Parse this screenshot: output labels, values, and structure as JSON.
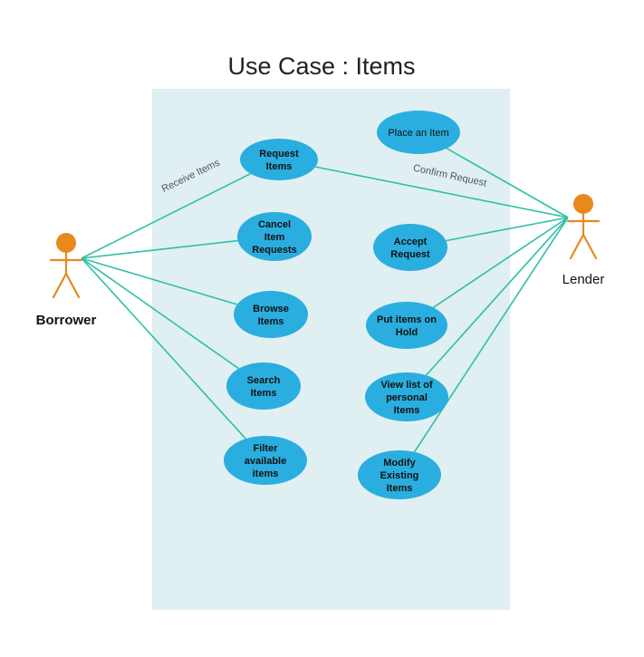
{
  "title": "Use Case : Items",
  "colors": {
    "system_boundary": "#e0eff2",
    "use_case_fill": "#2aaedf",
    "association_line": "#2dc0a8",
    "actor": "#e8891e"
  },
  "actors": [
    {
      "id": "borrower",
      "name": "Borrower"
    },
    {
      "id": "lender",
      "name": "Lender"
    }
  ],
  "use_cases": [
    {
      "id": "request-items",
      "lines": [
        "Request",
        "Items"
      ]
    },
    {
      "id": "cancel-item-requests",
      "lines": [
        "Cancel",
        "Item",
        "Requests"
      ]
    },
    {
      "id": "browse-items",
      "lines": [
        "Browse",
        "Items"
      ]
    },
    {
      "id": "search-items",
      "lines": [
        "Search",
        "Items"
      ]
    },
    {
      "id": "filter-available-items",
      "lines": [
        "Filter",
        "available",
        "items"
      ]
    },
    {
      "id": "place-an-item",
      "lines": [
        "Place an Item"
      ]
    },
    {
      "id": "accept-request",
      "lines": [
        "Accept",
        "Request"
      ]
    },
    {
      "id": "put-items-on-hold",
      "lines": [
        "Put items on",
        "Hold"
      ]
    },
    {
      "id": "view-list-of-personal-items",
      "lines": [
        "View list of",
        "personal",
        "Items"
      ]
    },
    {
      "id": "modify-existing-items",
      "lines": [
        "Modify",
        "Existing",
        "Items"
      ]
    }
  ],
  "associations": [
    {
      "from": "borrower",
      "to": "request-items",
      "label": "Receive Items"
    },
    {
      "from": "borrower",
      "to": "cancel-item-requests"
    },
    {
      "from": "borrower",
      "to": "browse-items"
    },
    {
      "from": "borrower",
      "to": "search-items"
    },
    {
      "from": "borrower",
      "to": "filter-available-items"
    },
    {
      "from": "lender",
      "to": "request-items",
      "label": "Confirm Request"
    },
    {
      "from": "lender",
      "to": "place-an-item"
    },
    {
      "from": "lender",
      "to": "accept-request"
    },
    {
      "from": "lender",
      "to": "put-items-on-hold"
    },
    {
      "from": "lender",
      "to": "view-list-of-personal-items"
    },
    {
      "from": "lender",
      "to": "modify-existing-items"
    }
  ]
}
